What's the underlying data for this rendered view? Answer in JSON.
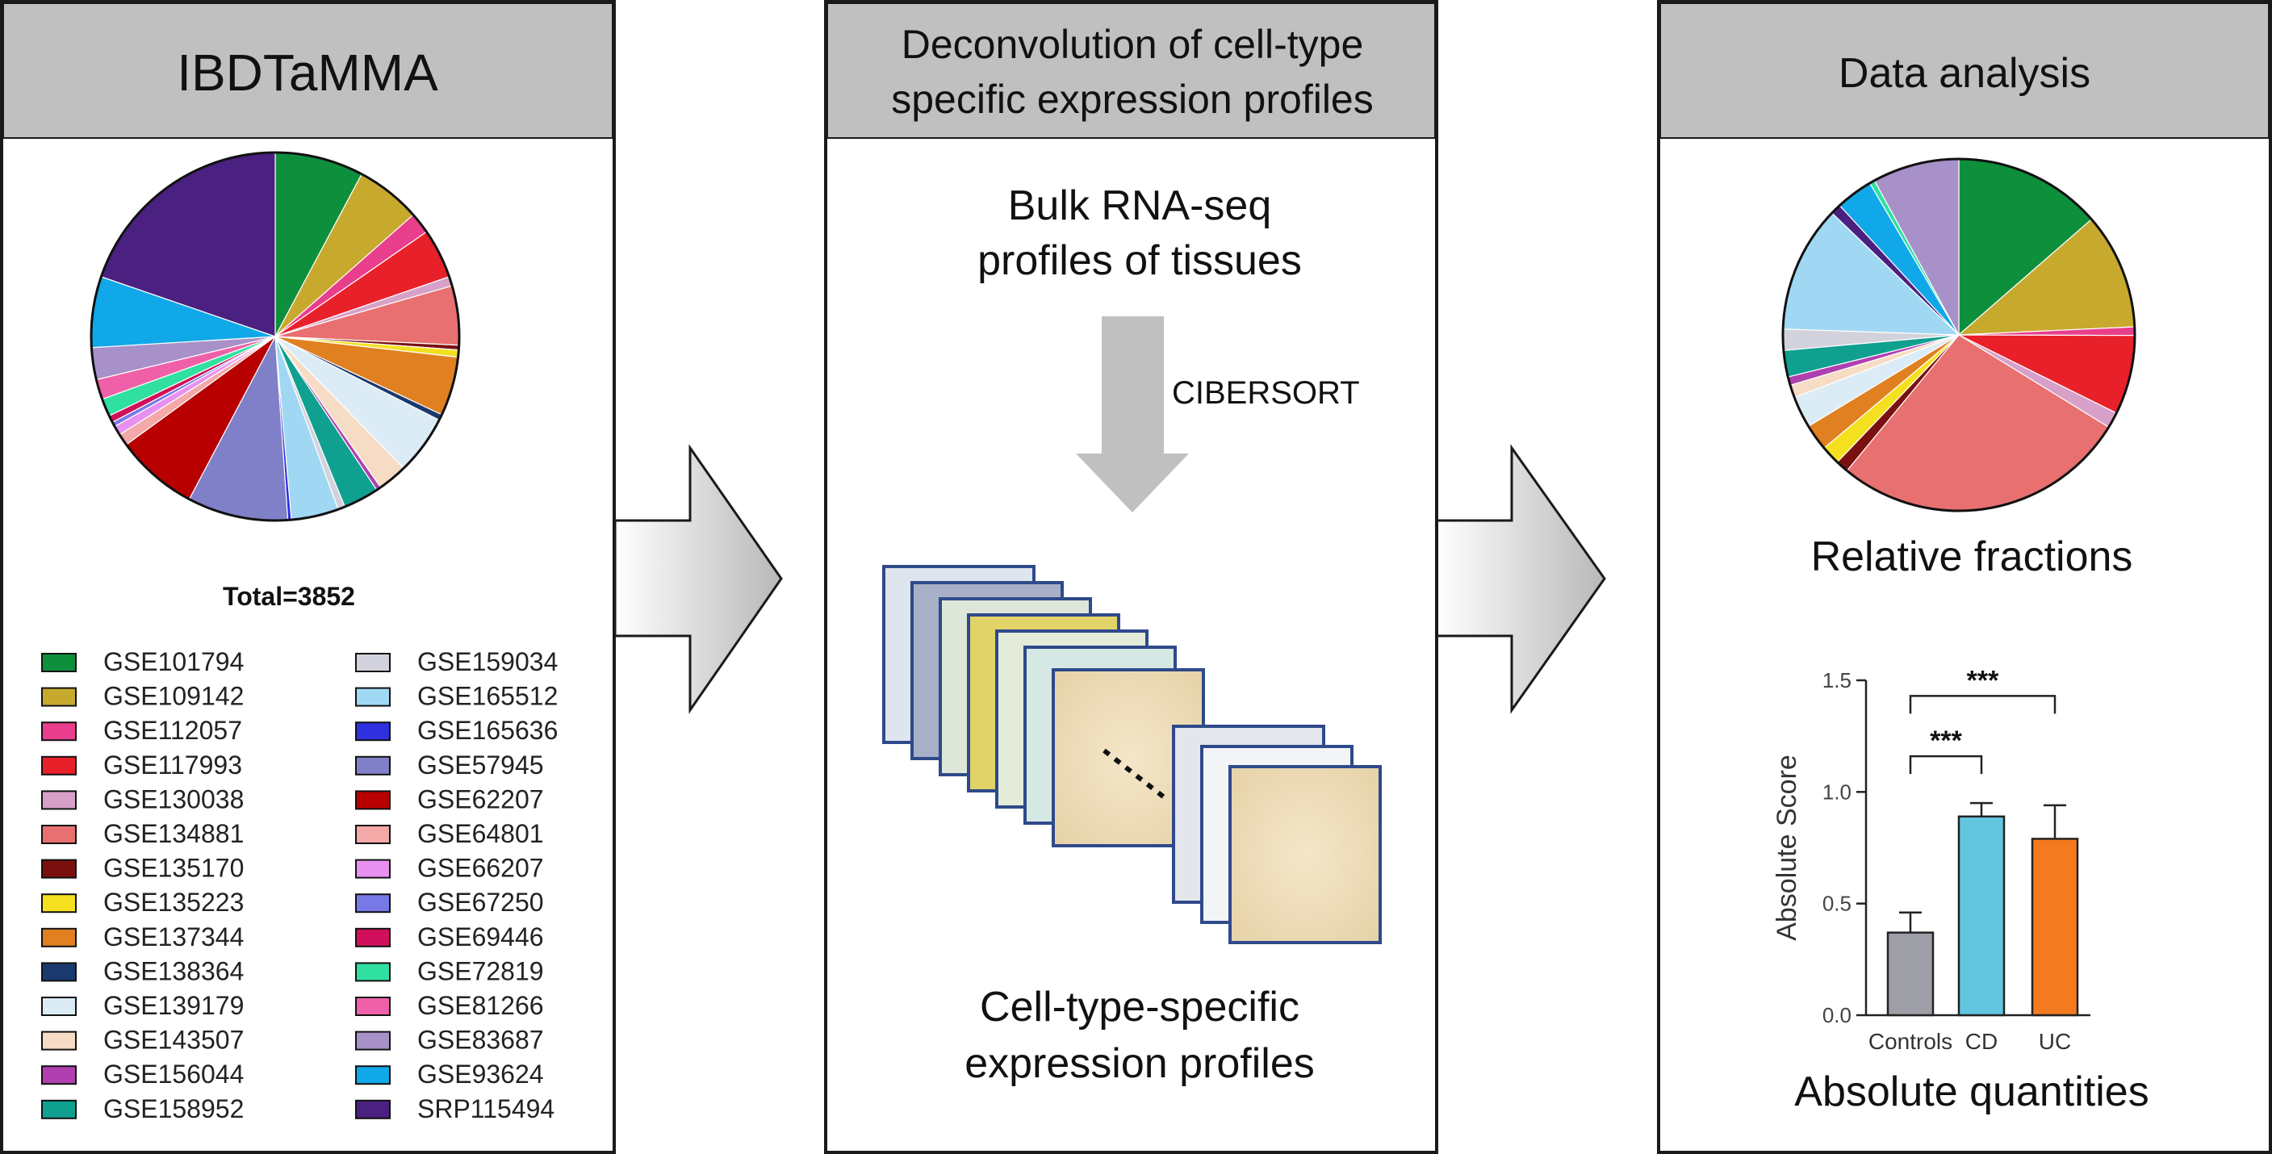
{
  "colors": {
    "panel_border": "#1a1a1a",
    "header_fill": "#c0c0c0",
    "arrow_down": "#c0c0c0",
    "frame_border": "#2f4a8a",
    "bar_controls": "#9e9ea6",
    "bar_cd": "#62c6e0",
    "bar_uc": "#f47a20"
  },
  "panel1": {
    "title": "IBDTaMMA",
    "total_label": "Total=3852",
    "legend": [
      {
        "label": "GSE101794",
        "color": "#0e8f3c"
      },
      {
        "label": "GSE109142",
        "color": "#c7a92e"
      },
      {
        "label": "GSE112057",
        "color": "#e83e8c"
      },
      {
        "label": "GSE117993",
        "color": "#e8202a"
      },
      {
        "label": "GSE130038",
        "color": "#d8a0c8"
      },
      {
        "label": "GSE134881",
        "color": "#e87070"
      },
      {
        "label": "GSE135170",
        "color": "#7a1010"
      },
      {
        "label": "GSE135223",
        "color": "#f5e020"
      },
      {
        "label": "GSE137344",
        "color": "#e08020"
      },
      {
        "label": "GSE138364",
        "color": "#1a3a6e"
      },
      {
        "label": "GSE139179",
        "color": "#dcecf6"
      },
      {
        "label": "GSE143507",
        "color": "#f6dcc4"
      },
      {
        "label": "GSE156044",
        "color": "#b040b0"
      },
      {
        "label": "GSE158952",
        "color": "#10a090"
      },
      {
        "label": "GSE159034",
        "color": "#d2d2dc"
      },
      {
        "label": "GSE165512",
        "color": "#a0d8f4"
      },
      {
        "label": "GSE165636",
        "color": "#3030e0"
      },
      {
        "label": "GSE57945",
        "color": "#8080c8"
      },
      {
        "label": "GSE62207",
        "color": "#b80000"
      },
      {
        "label": "GSE64801",
        "color": "#f4a8a8"
      },
      {
        "label": "GSE66207",
        "color": "#e890f0"
      },
      {
        "label": "GSE67250",
        "color": "#7878e8"
      },
      {
        "label": "GSE69446",
        "color": "#d0105a"
      },
      {
        "label": "GSE72819",
        "color": "#30e0a0"
      },
      {
        "label": "GSE81266",
        "color": "#f060a8"
      },
      {
        "label": "GSE83687",
        "color": "#a890c8"
      },
      {
        "label": "GSE93624",
        "color": "#10a8e8"
      },
      {
        "label": "SRP115494",
        "color": "#4a2080"
      }
    ],
    "pie": [
      {
        "label": "GSE101794",
        "value": 7.5,
        "color": "#0e8f3c"
      },
      {
        "label": "GSE109142",
        "value": 5.5,
        "color": "#c7a92e"
      },
      {
        "label": "GSE112057",
        "value": 1.8,
        "color": "#e83e8c"
      },
      {
        "label": "GSE117993",
        "value": 4.2,
        "color": "#e8202a"
      },
      {
        "label": "GSE130038",
        "value": 0.8,
        "color": "#d8a0c8"
      },
      {
        "label": "GSE134881",
        "value": 5.0,
        "color": "#e87070"
      },
      {
        "label": "GSE135170",
        "value": 0.4,
        "color": "#7a1010"
      },
      {
        "label": "GSE135223",
        "value": 0.6,
        "color": "#f5e020"
      },
      {
        "label": "GSE137344",
        "value": 5.0,
        "color": "#e08020"
      },
      {
        "label": "GSE138364",
        "value": 0.5,
        "color": "#1a3a6e"
      },
      {
        "label": "GSE139179",
        "value": 5.0,
        "color": "#dcecf6"
      },
      {
        "label": "GSE143507",
        "value": 2.5,
        "color": "#f6dcc4"
      },
      {
        "label": "GSE156044",
        "value": 0.4,
        "color": "#b040b0"
      },
      {
        "label": "GSE158952",
        "value": 3.0,
        "color": "#10a090"
      },
      {
        "label": "GSE159034",
        "value": 0.6,
        "color": "#d2d2dc"
      },
      {
        "label": "GSE165512",
        "value": 4.0,
        "color": "#a0d8f4"
      },
      {
        "label": "GSE165636",
        "value": 0.3,
        "color": "#3030e0"
      },
      {
        "label": "GSE57945",
        "value": 8.5,
        "color": "#8080c8"
      },
      {
        "label": "GSE62207",
        "value": 7.0,
        "color": "#b80000"
      },
      {
        "label": "GSE64801",
        "value": 1.0,
        "color": "#f4a8a8"
      },
      {
        "label": "GSE66207",
        "value": 0.8,
        "color": "#e890f0"
      },
      {
        "label": "GSE67250",
        "value": 0.4,
        "color": "#7878e8"
      },
      {
        "label": "GSE69446",
        "value": 0.6,
        "color": "#d0105a"
      },
      {
        "label": "GSE72819",
        "value": 1.5,
        "color": "#30e0a0"
      },
      {
        "label": "GSE81266",
        "value": 1.7,
        "color": "#f060a8"
      },
      {
        "label": "GSE83687",
        "value": 2.7,
        "color": "#a890c8"
      },
      {
        "label": "GSE93624",
        "value": 6.0,
        "color": "#10a8e8"
      },
      {
        "label": "SRP115494",
        "value": 19.0,
        "color": "#4a2080"
      }
    ]
  },
  "panel2": {
    "title_line1": "Deconvolution of cell-type",
    "title_line2": "specific expression profiles",
    "bulk_line1": "Bulk RNA-seq",
    "bulk_line2": "profiles of tissues",
    "method": "CIBERSORT",
    "result_line1": "Cell-type-specific",
    "result_line2": "expression profiles"
  },
  "panel3": {
    "title": "Data analysis",
    "pie_caption": "Relative fractions",
    "bar_caption": "Absolute quantities",
    "relative_pie": [
      {
        "value": 14.0,
        "color": "#0e8f3c"
      },
      {
        "value": 11.0,
        "color": "#c7a92e"
      },
      {
        "value": 0.8,
        "color": "#e83e8c"
      },
      {
        "value": 7.5,
        "color": "#e8202a"
      },
      {
        "value": 1.5,
        "color": "#d8a0c8"
      },
      {
        "value": 28.0,
        "color": "#e87070"
      },
      {
        "value": 1.2,
        "color": "#7a1010"
      },
      {
        "value": 1.8,
        "color": "#f5e020"
      },
      {
        "value": 2.5,
        "color": "#e08020"
      },
      {
        "value": 3.0,
        "color": "#dcecf6"
      },
      {
        "value": 1.2,
        "color": "#f6dcc4"
      },
      {
        "value": 0.8,
        "color": "#b040b0"
      },
      {
        "value": 2.5,
        "color": "#10a090"
      },
      {
        "value": 2.0,
        "color": "#d2d2dc"
      },
      {
        "value": 12.0,
        "color": "#a0d8f4"
      },
      {
        "value": 1.0,
        "color": "#4a2080"
      },
      {
        "value": 3.5,
        "color": "#10a8e8"
      },
      {
        "value": 0.5,
        "color": "#30e0a0"
      },
      {
        "value": 8.2,
        "color": "#a890c8"
      }
    ],
    "chart_data": {
      "type": "bar",
      "categories": [
        "Controls",
        "CD",
        "UC"
      ],
      "values": [
        0.37,
        0.89,
        0.79
      ],
      "errors": [
        0.09,
        0.06,
        0.15
      ],
      "ylabel": "Absolute Score",
      "ylim": [
        0,
        1.5
      ],
      "yticks": [
        "0.0",
        "0.5",
        "1.0",
        "1.5"
      ],
      "significance": [
        {
          "from": "Controls",
          "to": "CD",
          "label": "***"
        },
        {
          "from": "Controls",
          "to": "UC",
          "label": "***"
        }
      ]
    }
  }
}
